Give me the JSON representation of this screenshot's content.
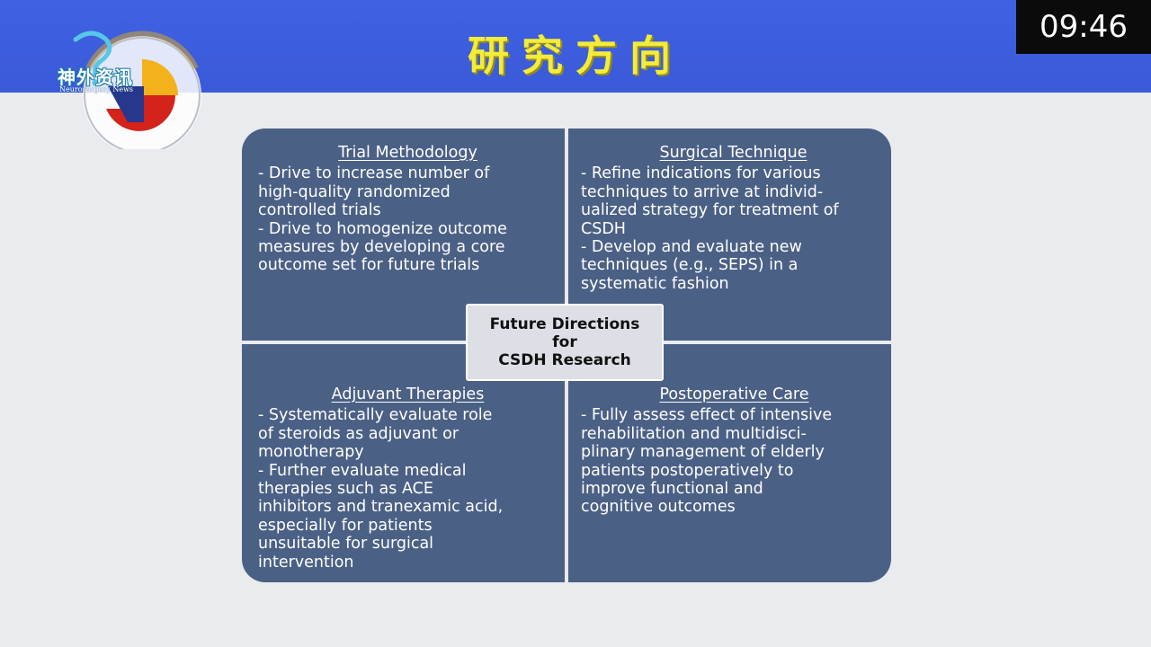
{
  "header": {
    "title": "研究方向"
  },
  "clock": "09:46",
  "logo": {
    "watermark": "神外资讯",
    "watermark_sub": "Neurosurgery News"
  },
  "center": {
    "lines": [
      "Future Directions",
      "for",
      "CSDH Research"
    ]
  },
  "quadrants": {
    "trial_methodology": {
      "heading": "Trial Methodology",
      "lines": [
        "- Drive to increase number of",
        "high-quality randomized",
        "controlled trials",
        "- Drive to homogenize outcome",
        "measures by developing a core",
        "outcome set for future trials"
      ]
    },
    "surgical_technique": {
      "heading": "Surgical Technique",
      "lines": [
        "- Refine indications for various",
        "techniques to arrive at individ-",
        "ualized strategy for treatment of",
        "CSDH",
        "- Develop and evaluate new",
        "techniques (e.g., SEPS) in a",
        "systematic fashion"
      ]
    },
    "adjuvant_therapies": {
      "heading": "Adjuvant Therapies",
      "lines": [
        "- Systematically evaluate role",
        "of steroids as adjuvant or",
        "monotherapy",
        "- Further evaluate medical",
        "therapies such as ACE",
        "inhibitors and tranexamic acid,",
        "especially for patients",
        "unsuitable for surgical",
        "intervention"
      ]
    },
    "postoperative_care": {
      "heading": "Postoperative Care",
      "lines": [
        "- Fully assess effect of intensive",
        "rehabilitation and multidisci-",
        "plinary management of elderly",
        "patients postoperatively to",
        "improve functional and",
        "cognitive outcomes"
      ]
    }
  }
}
